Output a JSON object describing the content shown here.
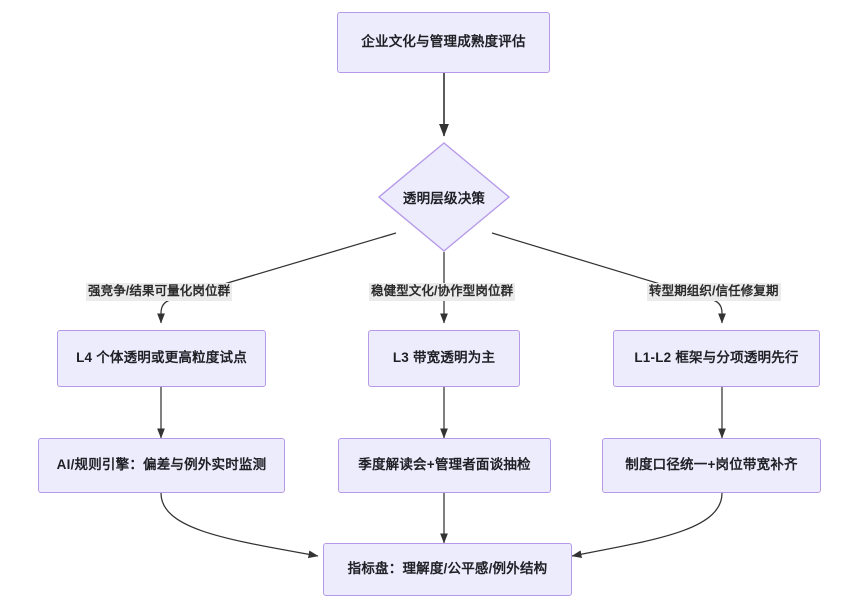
{
  "diagram": {
    "type": "flowchart",
    "direction": "top-down",
    "title_node": "企业文化与管理成熟度评估",
    "theme": {
      "node_fill": "#ececfc",
      "node_stroke": "#b69ae8",
      "edge_stroke": "#333333",
      "edge_label_bg": "#ebebeb",
      "text_color": "#1f1f26",
      "canvas_bg": "#ffffff"
    },
    "nodes": [
      {
        "id": "start",
        "shape": "rect",
        "label": "企业文化与管理成熟度评估"
      },
      {
        "id": "decide",
        "shape": "diamond",
        "label": "透明层级决策"
      },
      {
        "id": "l4",
        "shape": "rect",
        "label": "L4 个体透明或更高粒度试点"
      },
      {
        "id": "l3",
        "shape": "rect",
        "label": "L3 带宽透明为主"
      },
      {
        "id": "l12",
        "shape": "rect",
        "label": "L1-L2 框架与分项透明先行"
      },
      {
        "id": "ai",
        "shape": "rect",
        "label": "AI/规则引擎：偏差与例外实时监测"
      },
      {
        "id": "quarter",
        "shape": "rect",
        "label": "季度解读会+管理者面谈抽检"
      },
      {
        "id": "policy",
        "shape": "rect",
        "label": "制度口径统一+岗位带宽补齐"
      },
      {
        "id": "board",
        "shape": "rect",
        "label": "指标盘：理解度/公平感/例外结构"
      }
    ],
    "edge_labels": {
      "to_l4": "强竞争/结果可量化岗位群",
      "to_l3": "稳健型文化/协作型岗位群",
      "to_l12": "转型期组织/信任修复期"
    },
    "edges": [
      {
        "from": "start",
        "to": "decide",
        "label": ""
      },
      {
        "from": "decide",
        "to": "l4",
        "label": "强竞争/结果可量化岗位群"
      },
      {
        "from": "decide",
        "to": "l3",
        "label": "稳健型文化/协作型岗位群"
      },
      {
        "from": "decide",
        "to": "l12",
        "label": "转型期组织/信任修复期"
      },
      {
        "from": "l4",
        "to": "ai",
        "label": ""
      },
      {
        "from": "l3",
        "to": "quarter",
        "label": ""
      },
      {
        "from": "l12",
        "to": "policy",
        "label": ""
      },
      {
        "from": "ai",
        "to": "board",
        "label": ""
      },
      {
        "from": "quarter",
        "to": "board",
        "label": ""
      },
      {
        "from": "policy",
        "to": "board",
        "label": ""
      }
    ]
  }
}
